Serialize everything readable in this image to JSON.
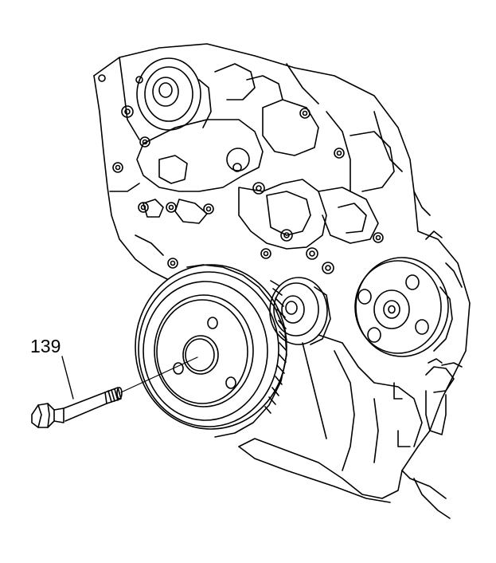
{
  "callout": {
    "part_number": "139"
  },
  "colors": {
    "line": "#000000",
    "background": "#ffffff"
  },
  "components": [
    "crankshaft-balancer",
    "balancer-bolt",
    "idler-pulley",
    "water-pump-pulley",
    "belt-tensioner-pulley",
    "front-cover",
    "engine-block"
  ]
}
